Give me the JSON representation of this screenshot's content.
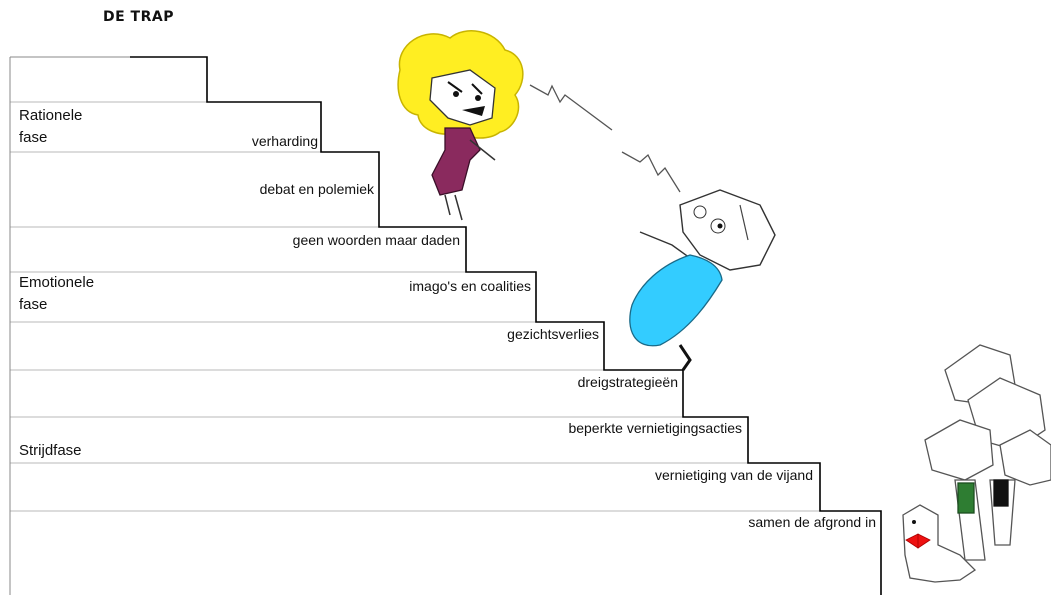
{
  "title": "DE TRAP",
  "phases": [
    {
      "id": "rational",
      "lines": [
        "Rationele",
        "fase"
      ]
    },
    {
      "id": "emotional",
      "lines": [
        "Emotionele",
        "fase"
      ]
    },
    {
      "id": "struggle",
      "lines": [
        "Strijdfase"
      ]
    }
  ],
  "steps": [
    "verharding",
    "debat en polemiek",
    "geen woorden maar daden",
    "imago's en coalities",
    "gezichtsverlies",
    "dreigstrategieën",
    "beperkte vernietigingsacties",
    "vernietiging van de vijand",
    "samen de afgrond in"
  ],
  "colors": {
    "line": "#000000",
    "separator": "#b8b8b8",
    "woman_hair": "#ffee22",
    "woman_dress": "#8a2a5e",
    "man_shirt": "#33ccff",
    "tie_green": "#2e7d32",
    "bowtie_red": "#ee1111"
  },
  "icons": [
    "angry-woman-figure",
    "falling-man-figure",
    "crowd-figures",
    "dog-figure"
  ]
}
